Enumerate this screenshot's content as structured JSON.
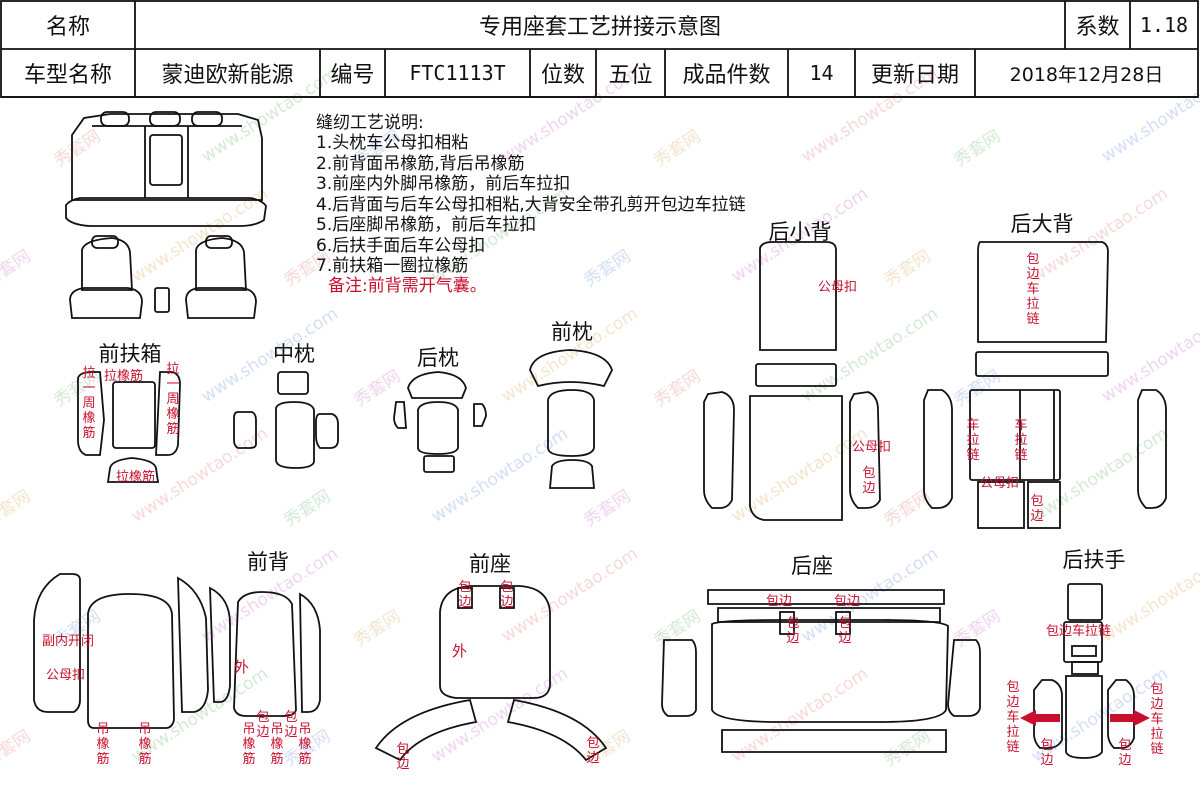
{
  "header": {
    "name_label": "名称",
    "title": "专用座套工艺拼接示意图",
    "coef_label": "系数",
    "coef_value": "1.18",
    "model_label": "车型名称",
    "model_value": "蒙迪欧新能源",
    "code_label": "编号",
    "code_value": "FTC1113T",
    "seats_label": "位数",
    "seats_value": "五位",
    "pieces_label": "成品件数",
    "pieces_value": "14",
    "update_label": "更新日期",
    "update_value": "2018年12月28日"
  },
  "notes": {
    "heading": "缝纫工艺说明:",
    "items": [
      "1.头枕车公母扣相粘",
      "2.前背面吊橡筋,背后吊橡筋",
      "3.前座内外脚吊橡筋，前后车拉扣",
      "4.后背面与后车公母扣相粘,大背安全带孔剪开包边车拉链",
      "5.后座脚吊橡筋，前后车拉扣",
      "6.后扶手面后车公母扣",
      "7.前扶箱一圈拉橡筋"
    ],
    "remark": "备注:前背需开气囊。"
  },
  "parts": {
    "front_console": "前扶箱",
    "middle_headrest": "中枕",
    "rear_headrest": "后枕",
    "front_headrest": "前枕",
    "rear_small_back": "后小背",
    "rear_big_back": "后大背",
    "front_back": "前背",
    "front_seat": "前座",
    "rear_seat": "后座",
    "rear_armrest": "后扶手"
  },
  "annotations": {
    "pull_elastic": "拉橡筋",
    "pull_around": "拉一周橡筋",
    "snap_button": "公母扣",
    "binding_zipper": "包边车拉链",
    "zipper": "车拉链",
    "binding": "包边",
    "hang_elastic": "吊橡筋",
    "outer": "外",
    "airbag_opening": "副内开闭"
  },
  "watermark": {
    "brand": "秀套网",
    "site": "www.showtao.com"
  },
  "colors": {
    "annotation_red": "#c8102e",
    "outline": "#111111"
  }
}
